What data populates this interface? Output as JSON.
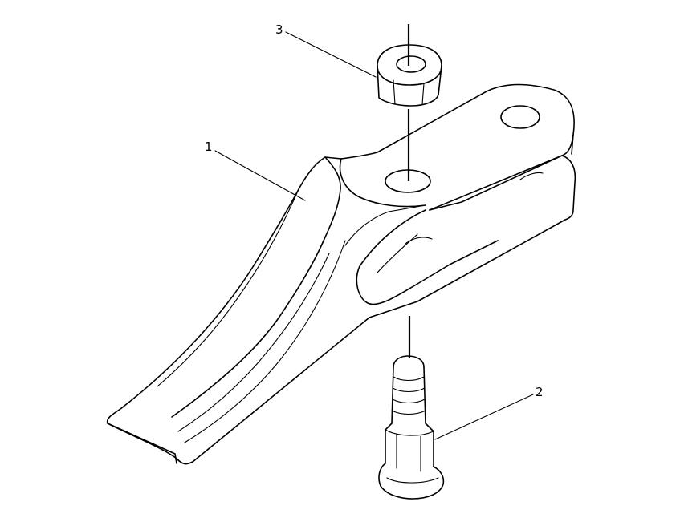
{
  "diagram": {
    "callouts": [
      {
        "id": "part-1",
        "label": "1"
      },
      {
        "id": "part-2",
        "label": "2"
      },
      {
        "id": "part-3",
        "label": "3"
      }
    ]
  }
}
